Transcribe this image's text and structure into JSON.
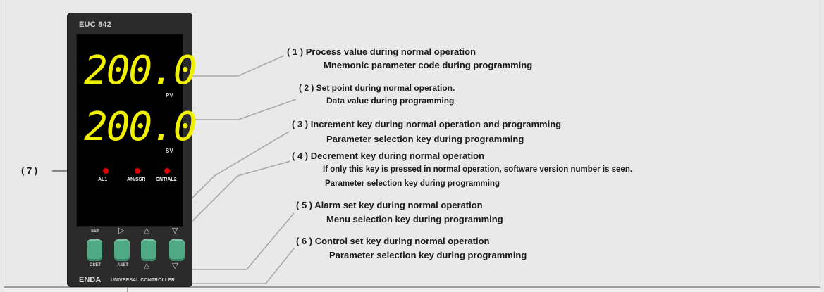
{
  "device": {
    "model": "EUC 842",
    "pv_value": "200.0",
    "pv_label": "PV",
    "sv_value": "200.0",
    "sv_label": "SV",
    "indicators": [
      {
        "label": "AL1",
        "color": "#e00000"
      },
      {
        "label": "AN/SSR",
        "color": "#e00000"
      },
      {
        "label": "CNT/AL2",
        "color": "#e00000"
      }
    ],
    "keys": [
      {
        "top_label": "SET",
        "bottom_label": "CSET"
      },
      {
        "top_symbol": "▷",
        "bottom_label": "ASET"
      },
      {
        "top_symbol": "△",
        "bottom_symbol": "△"
      },
      {
        "top_symbol": "▽",
        "bottom_symbol": "▽"
      }
    ],
    "brand": "ENDA",
    "subtitle": "UNIVERSAL CONTROLLER",
    "display_color": "#f1f000",
    "key_color": "#4fa982"
  },
  "callouts": [
    {
      "lines": [
        "( 1 ) Process value during normal operation",
        "Mnemonic parameter code during programming"
      ]
    },
    {
      "lines": [
        "( 2 ) Set point during normal operation.",
        "Data value during programming"
      ]
    },
    {
      "lines": [
        "( 3 ) Increment key during normal operation and programming",
        "Parameter selection key during programming"
      ]
    },
    {
      "lines": [
        "( 4 ) Decrement key during normal operation",
        "If only this key is pressed in normal operation, software version number is seen.",
        "Parameter selection key during programming"
      ]
    },
    {
      "lines": [
        "( 5 ) Alarm set key during normal operation",
        "Menu selection key during programming"
      ]
    },
    {
      "lines": [
        "( 6 ) Control set key during normal operation",
        "Parameter selection key during programming"
      ]
    }
  ],
  "left_callout": "( 7 )"
}
